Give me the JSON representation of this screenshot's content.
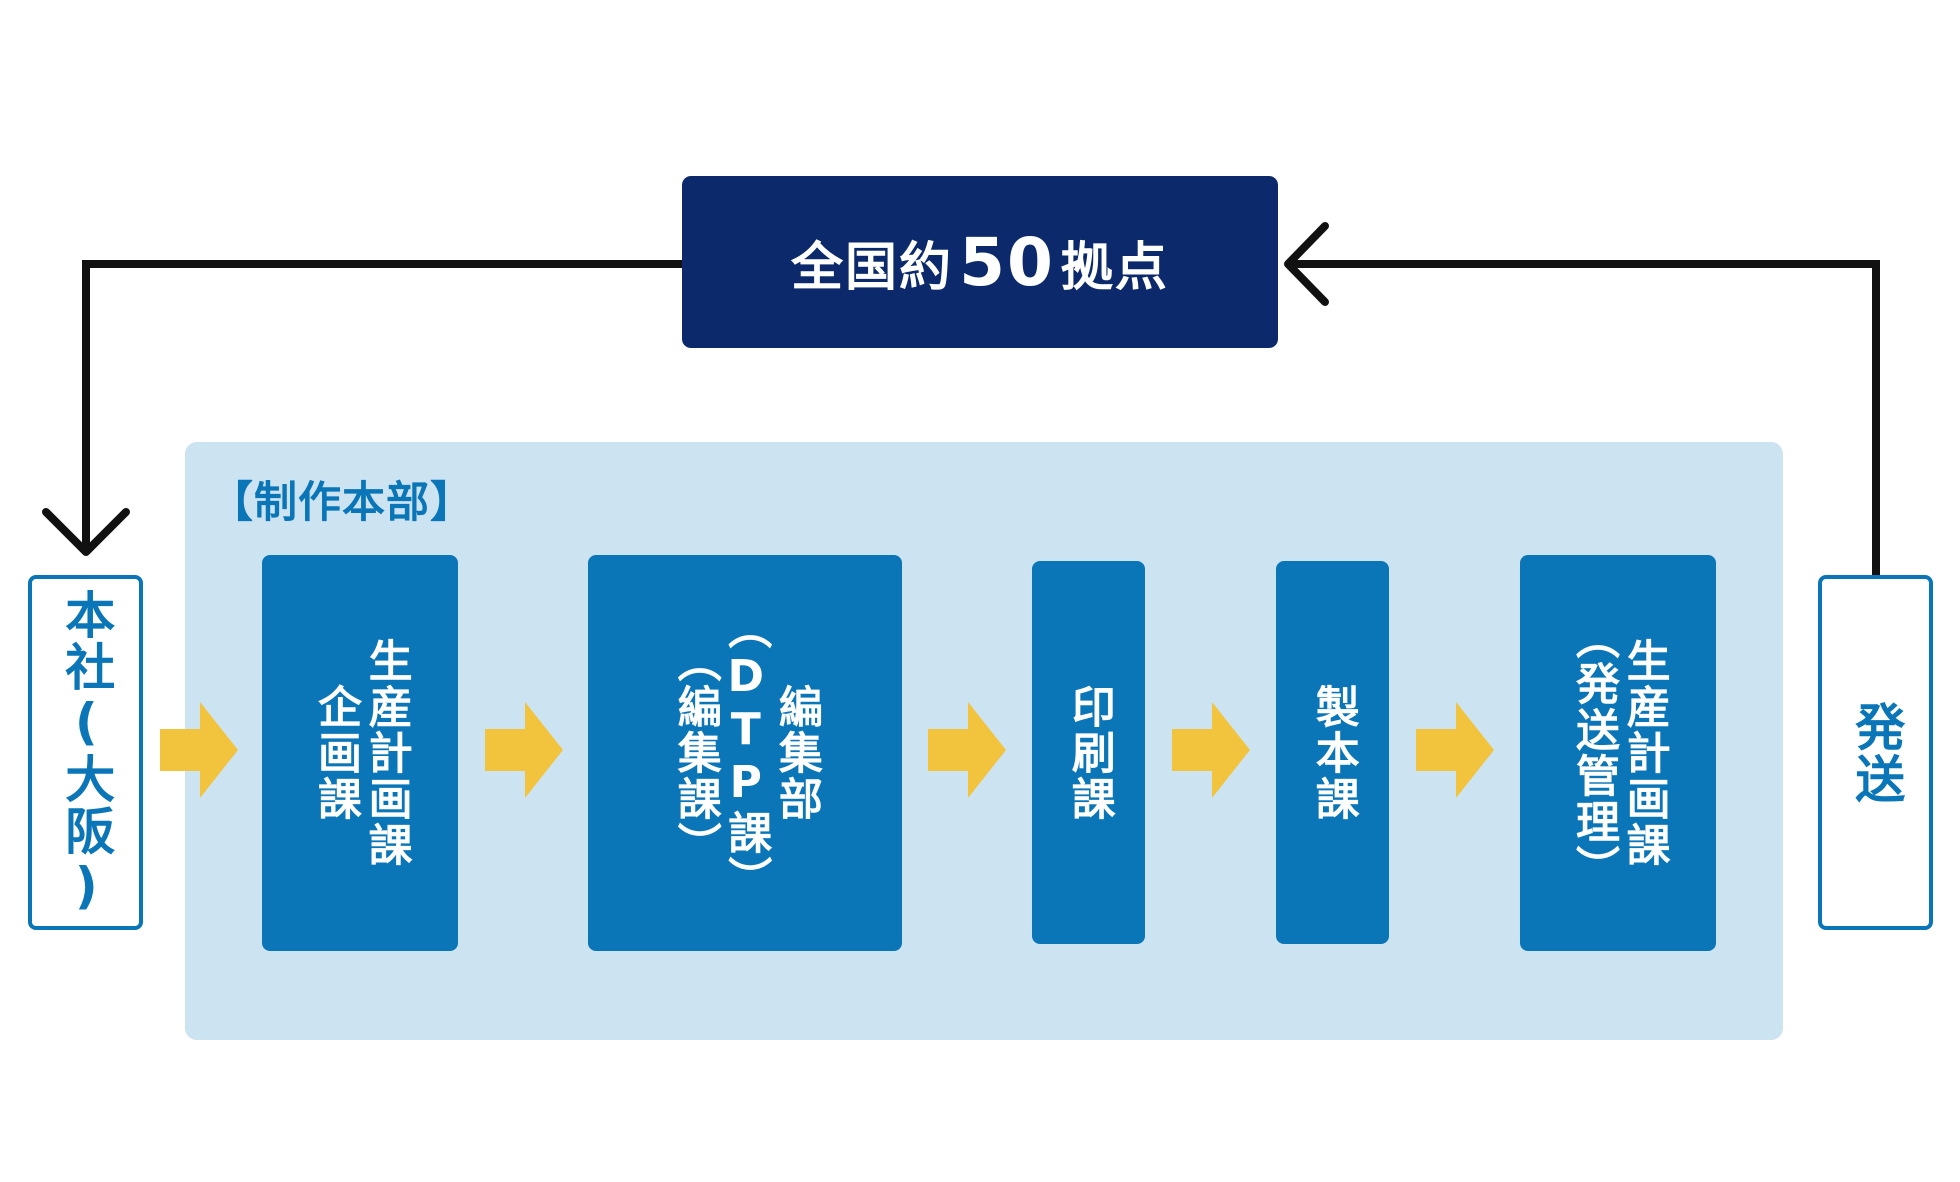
{
  "hub": {
    "prefix": "全国約",
    "number": "50",
    "suffix": "拠点"
  },
  "panel_label": "【制作本部】",
  "head_office": "本社(大阪)",
  "shipping": "発送",
  "departments": [
    {
      "lines": [
        "企画課",
        "生産計画課"
      ]
    },
    {
      "lines": [
        "（編集課）",
        "（DTP課）",
        "編集部"
      ]
    },
    {
      "lines": [
        "印刷課"
      ]
    },
    {
      "lines": [
        "製本課"
      ]
    },
    {
      "lines": [
        "（発送管理）",
        "生産計画課"
      ]
    }
  ],
  "colors": {
    "hub_fill": "#0c2a6b",
    "department_fill": "#0a76b8",
    "panel_fill": "#cce3f2",
    "flow_arrow": "#f2c43d",
    "connector": "#111111"
  }
}
